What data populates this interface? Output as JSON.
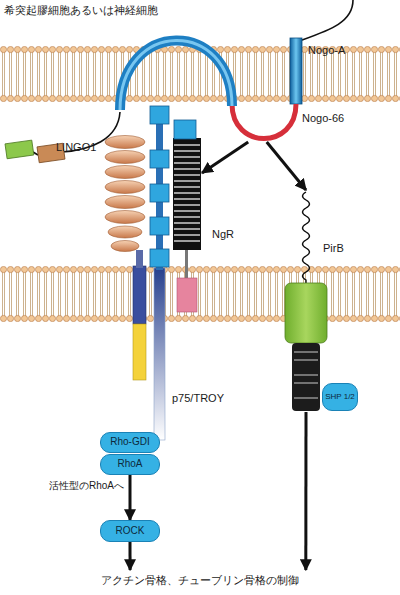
{
  "diagram": {
    "nodes": [
      {
        "text": [
          "Nogo-66"
        ]
      },
      {
        "text": [
          "LINGO1"
        ]
      },
      {
        "text": [
          "NgR"
        ]
      },
      {
        "text": [
          "PirB"
        ]
      },
      {
        "text": [
          "p75/TROY"
        ]
      },
      {
        "text": [
          "SHP 1/2"
        ]
      },
      {
        "text": [
          "Rho-GDI"
        ]
      },
      {
        "text": [
          "RhoA"
        ]
      },
      {
        "text": [
          "ROCK"
        ]
      },
      {
        "text": [
          "アクチン骨格、チューブリン骨格の制御"
        ]
      }
    ],
    "edges": [
      {
        "from": 0,
        "to": 2,
        "arrow": "to"
      },
      {
        "from": 0,
        "to": 3,
        "arrow": "to"
      },
      {
        "from": 7,
        "to": 8,
        "label": "活性型のRhoAへ",
        "arrow": "to"
      },
      {
        "from": 8,
        "to": 9,
        "arrow": "to"
      },
      {
        "from": 3,
        "to": 9,
        "arrow": "to"
      }
    ],
    "labels": [
      "希突起膠細胞あるいは神経細胞",
      "Nogo-A"
    ]
  }
}
